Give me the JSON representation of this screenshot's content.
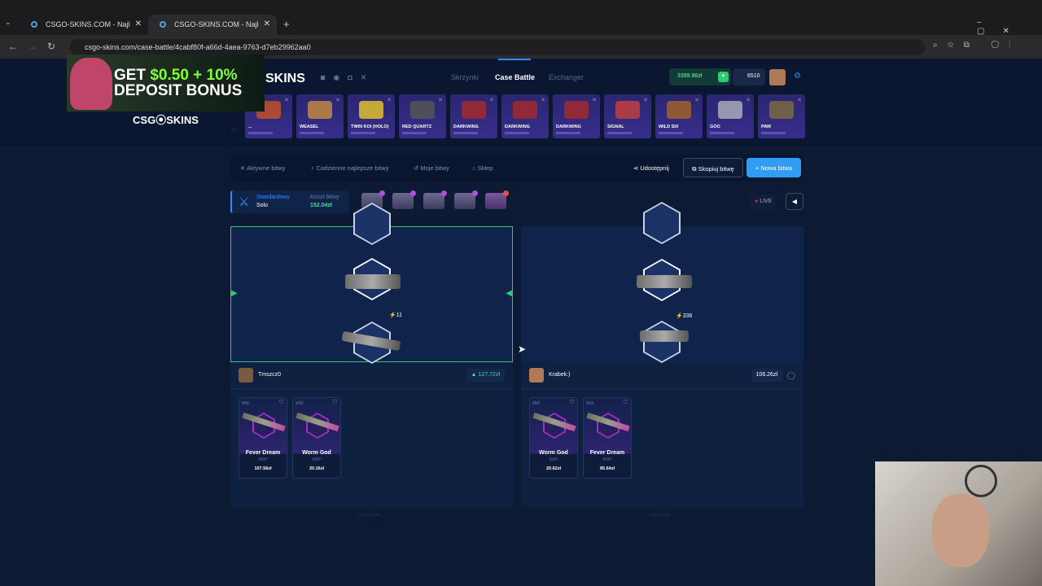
{
  "browser": {
    "tabs": [
      {
        "title": "CSGO-SKINS.COM - Najlepsze"
      },
      {
        "title": "CSGO-SKINS.COM - Najlepsze"
      }
    ],
    "url": "csgo-skins.com/case-battle/4cabf80f-a66d-4aea-9763-d7eb29962aa0"
  },
  "ad": {
    "line1": "GET",
    "amount": "$0.50 + 10%",
    "line2": "DEPOSIT BONUS",
    "brand": "CSG⦿SKINS"
  },
  "header": {
    "logo": "SKINS",
    "nav": [
      "Skrzynki",
      "Case Battle",
      "Exchanger"
    ],
    "balance": "3399.86zł",
    "coins": "6510"
  },
  "live_drops": [
    {
      "name": "...",
      "color": "#c0502a"
    },
    {
      "name": "WEASEL",
      "color": "#c08a40"
    },
    {
      "name": "TWIN KOI (HOLO)",
      "color": "#e0c030"
    },
    {
      "name": "RED QUARTZ",
      "color": "#555"
    },
    {
      "name": "DARKWING",
      "color": "#a02a2a"
    },
    {
      "name": "DARKWING",
      "color": "#a02a2a"
    },
    {
      "name": "DARKWING",
      "color": "#a02a2a"
    },
    {
      "name": "SIGNAL",
      "color": "#c04040"
    },
    {
      "name": "WILD SIX",
      "color": "#a0602a"
    },
    {
      "name": "GOO",
      "color": "#aab"
    },
    {
      "name": "PAW",
      "color": "#7a6a40"
    }
  ],
  "toolbar": {
    "items": [
      "Aktywne bitwy",
      "Codzienne najlepsze bitwy",
      "Moje bitwy",
      "Sklep"
    ],
    "share": "Udostępnij",
    "copy": "Skopiuj bitwę",
    "new": "+ Nowa bitwa"
  },
  "battle": {
    "mode": "Standardowy",
    "type": "Solo",
    "cost_label": "Koszt bitwy",
    "cost": "152.04zł",
    "live": "LIVE"
  },
  "players": [
    {
      "name": "Tmszcz0",
      "total": "▲ 127.72zł",
      "spin_value": "11",
      "items": [
        {
          "wear": "MW",
          "name": "Fever Dream",
          "type": "AWP",
          "price": "107.56zł"
        },
        {
          "wear": "WW",
          "name": "Worm God",
          "type": "AWP",
          "price": "20.16zł"
        }
      ],
      "footer": "Client seed: ..."
    },
    {
      "name": "Krabek:)",
      "total": "106.26zł",
      "spin_value": "336",
      "items": [
        {
          "wear": "MW",
          "name": "Worm God",
          "type": "AWP",
          "price": "20.62zł"
        },
        {
          "wear": "WW",
          "name": "Fever Dream",
          "type": "AWP",
          "price": "85.64zł"
        }
      ],
      "footer": "Client seed: ..."
    }
  ]
}
